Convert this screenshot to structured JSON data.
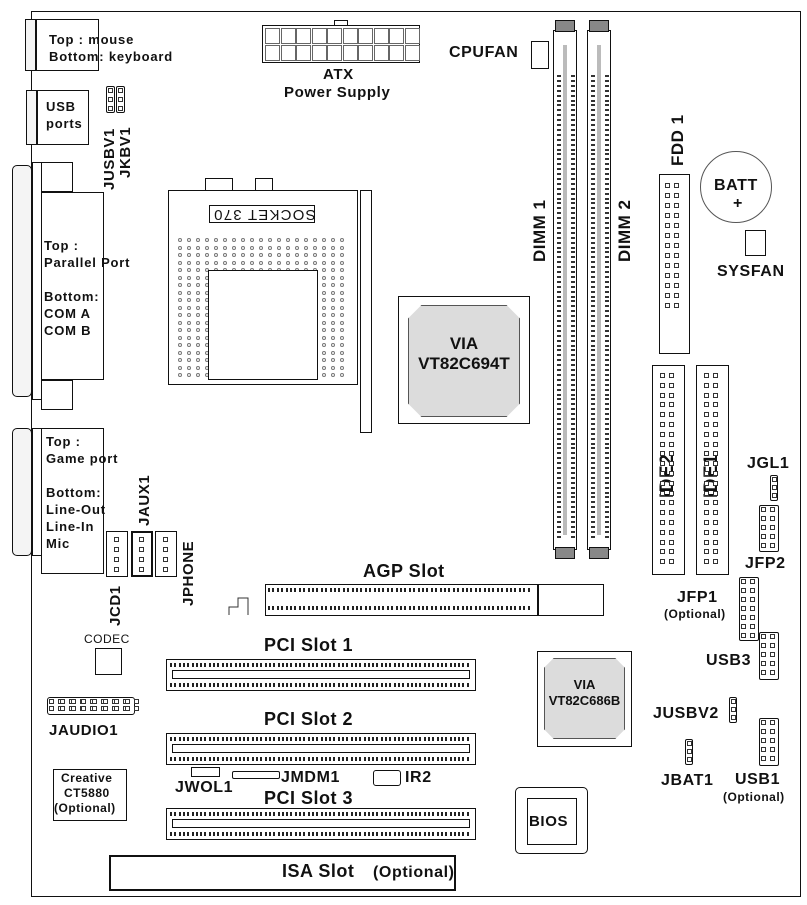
{
  "title": "Motherboard layout (Socket 370, VIA VT82C694T / VT82C686B)",
  "io_panel": {
    "ps2": {
      "line1": "Top : mouse",
      "line2": "Bottom: keyboard"
    },
    "usb": {
      "line1": "USB",
      "line2": "ports"
    },
    "parallel": {
      "line1": "Top :",
      "line2": "Parallel Port",
      "line3": "Bottom:",
      "line4": "COM A",
      "line5": "COM B"
    },
    "game": {
      "line1": "Top :",
      "line2": "Game port",
      "line3": "Bottom:",
      "line4": "Line-Out",
      "line5": "Line-In",
      "line6": "Mic"
    }
  },
  "jumpers": {
    "jusbv1": "JUSBV1",
    "jkbv1": "JKBV1",
    "jcd1": "JCD1",
    "jaux1": "JAUX1",
    "jphone": "JPHONE",
    "codec": "CODEC",
    "jaudio1": "JAUDIO1",
    "creative": {
      "line1": "Creative",
      "line2": "CT5880",
      "line3": "(Optional)"
    },
    "jwol1": "JWOL1",
    "jmdm1": "JMDM1",
    "ir2": "IR2",
    "jgl1": "JGL1",
    "jfp2": "JFP2",
    "jfp1": {
      "name": "JFP1",
      "note": "(Optional)"
    },
    "usb3": "USB3",
    "jusbv2": "JUSBV2",
    "jbat1": "JBAT1",
    "usb1": {
      "name": "USB1",
      "note": "(Optional)"
    }
  },
  "power": {
    "line1": "ATX",
    "line2": "Power Supply"
  },
  "cpufan": "CPUFAN",
  "sysfan": "SYSFAN",
  "socket": "SOCKET 370",
  "northbridge": {
    "line1": "VIA",
    "line2": "VT82C694T"
  },
  "southbridge": {
    "line1": "VIA",
    "line2": "VT82C686B"
  },
  "dimm1": "DIMM 1",
  "dimm2": "DIMM 2",
  "fdd1": "FDD 1",
  "batt": {
    "line1": "BATT",
    "line2": "+"
  },
  "ide2": "IDE2",
  "ide1": "IDE1",
  "agp": "AGP Slot",
  "pci1": "PCI Slot 1",
  "pci2": "PCI Slot 2",
  "pci3": "PCI Slot 3",
  "isa": {
    "name": "ISA Slot",
    "note": "(Optional)"
  },
  "bios": "BIOS"
}
